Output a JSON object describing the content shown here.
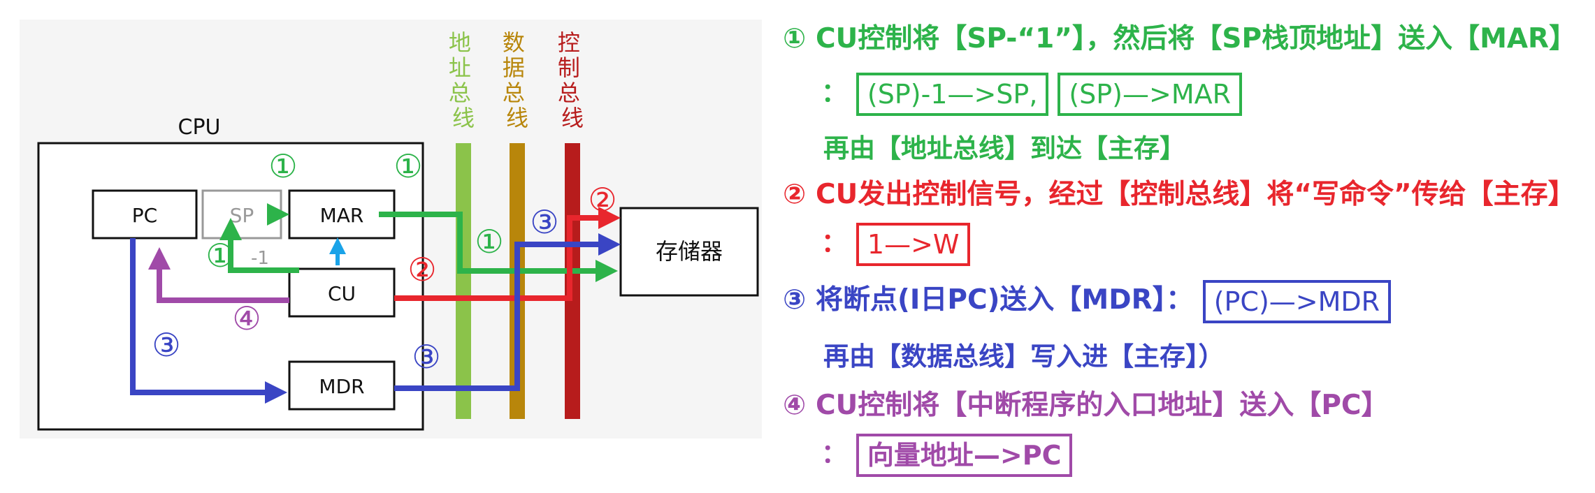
{
  "colors": {
    "green": "#2db34a",
    "red": "#e8262d",
    "blue": "#3a45c4",
    "purple": "#a04aa8",
    "cyan": "#1aa3e8",
    "bus_address": "#8bc34a",
    "bus_data": "#b8860b",
    "bus_control": "#b71c1c",
    "panel_bg": "#f5f5f5"
  },
  "diagram": {
    "cpu_label": "CPU",
    "registers": {
      "pc": "PC",
      "sp": "SP",
      "mar": "MAR",
      "cu": "CU",
      "mdr": "MDR"
    },
    "minus_one": "-1",
    "memory": "存储器",
    "buses": {
      "address": "地址总线",
      "data": "数据总线",
      "control": "控制总线"
    },
    "step_markers": {
      "one": "①",
      "two": "②",
      "three": "③",
      "four": "④"
    }
  },
  "steps": {
    "s1": {
      "num": "①",
      "text": "CU控制将【SP-“1”】，然后将【SP栈顶地址】送入【MAR】",
      "colon": "：",
      "box1": "(SP)-1—>SP,",
      "box2": "(SP)—>MAR",
      "line3": "再由【地址总线】到达【主存】"
    },
    "s2": {
      "num": "②",
      "text": "CU发出控制信号，经过【控制总线】将“写命令”传给【主存】",
      "colon": "：",
      "box": "1—>W"
    },
    "s3": {
      "num": "③",
      "text": "将断点(I日PC)送入【MDR】：",
      "box": "(PC)—>MDR",
      "line2": "再由【数据总线】写入进【主存】）"
    },
    "s4": {
      "num": "④",
      "text": "CU控制将【中断程序的入口地址】送入【PC】",
      "colon": "：",
      "box": "向量地址—>PC"
    }
  }
}
